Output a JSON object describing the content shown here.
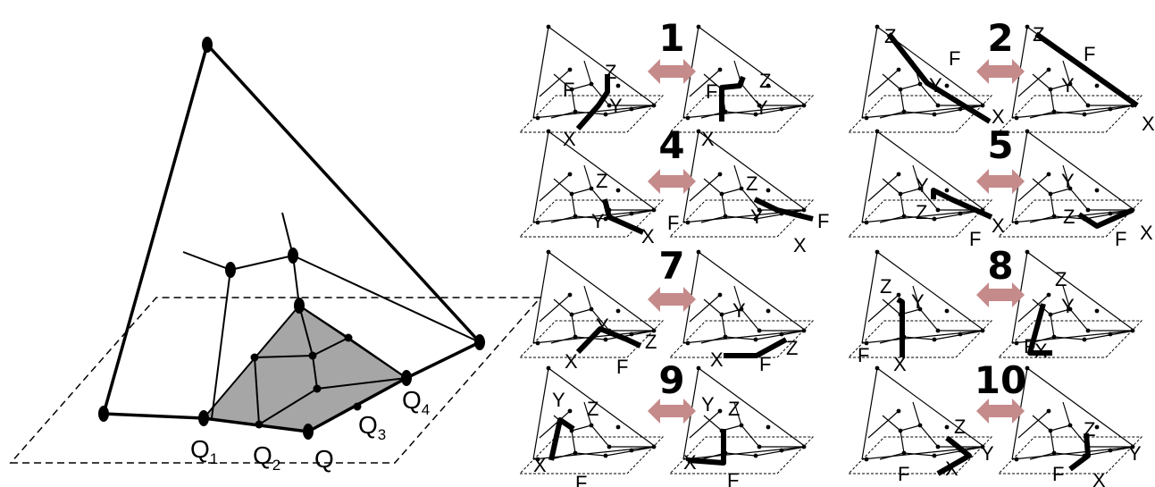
{
  "main_figure": {
    "labels": {
      "q1": "Q",
      "q1_sub": "1",
      "q2": "Q",
      "q2_sub": "2",
      "q": "Q",
      "q3": "Q",
      "q3_sub": "3",
      "q4": "Q",
      "q4_sub": "4"
    }
  },
  "colors": {
    "shaded_region": "#a6a6a6",
    "swap_arrow": "#c58a8a",
    "line": "#000000"
  },
  "panels": [
    {
      "number": "1",
      "left": {
        "x": "X",
        "y": "Y",
        "z": "Z",
        "f": "F"
      },
      "right": {
        "x": "X",
        "y": "Y",
        "z": "Z",
        "f": "F"
      }
    },
    {
      "number": "2",
      "left": {
        "x": "X",
        "y": "Y",
        "z": "Z",
        "f": "F"
      },
      "right": {
        "x": "X",
        "y": "Y",
        "z": "Z",
        "f": "F"
      }
    },
    {
      "number": "4",
      "left": {
        "x": "X",
        "y": "Y",
        "z": "Z",
        "f": "F"
      },
      "right": {
        "x": "X",
        "y": "Y",
        "z": "Z",
        "f": "F"
      }
    },
    {
      "number": "5",
      "left": {
        "x": "X",
        "y": "Y",
        "z": "Z",
        "f": "F"
      },
      "right": {
        "x": "X",
        "y": "Y",
        "z": "Z",
        "f": "F"
      }
    },
    {
      "number": "7",
      "left": {
        "x": "X",
        "y": "Y",
        "z": "Z",
        "f": "F"
      },
      "right": {
        "x": "X",
        "y": "Y",
        "z": "Z",
        "f": "F"
      }
    },
    {
      "number": "8",
      "left": {
        "x": "X",
        "y": "Y",
        "z": "Z",
        "f": "F"
      },
      "right": {
        "x": "X",
        "y": "Y",
        "z": "Z",
        "f": "F"
      }
    },
    {
      "number": "9",
      "left": {
        "x": "X",
        "y": "Y",
        "z": "Z",
        "f": "F"
      },
      "right": {
        "x": "X",
        "y": "Y",
        "z": "Z",
        "f": "F"
      }
    },
    {
      "number": "10",
      "left": {
        "x": "X",
        "y": "Y",
        "z": "Z",
        "f": "F"
      },
      "right": {
        "x": "X",
        "y": "Y",
        "z": "Z",
        "f": "F"
      }
    }
  ]
}
